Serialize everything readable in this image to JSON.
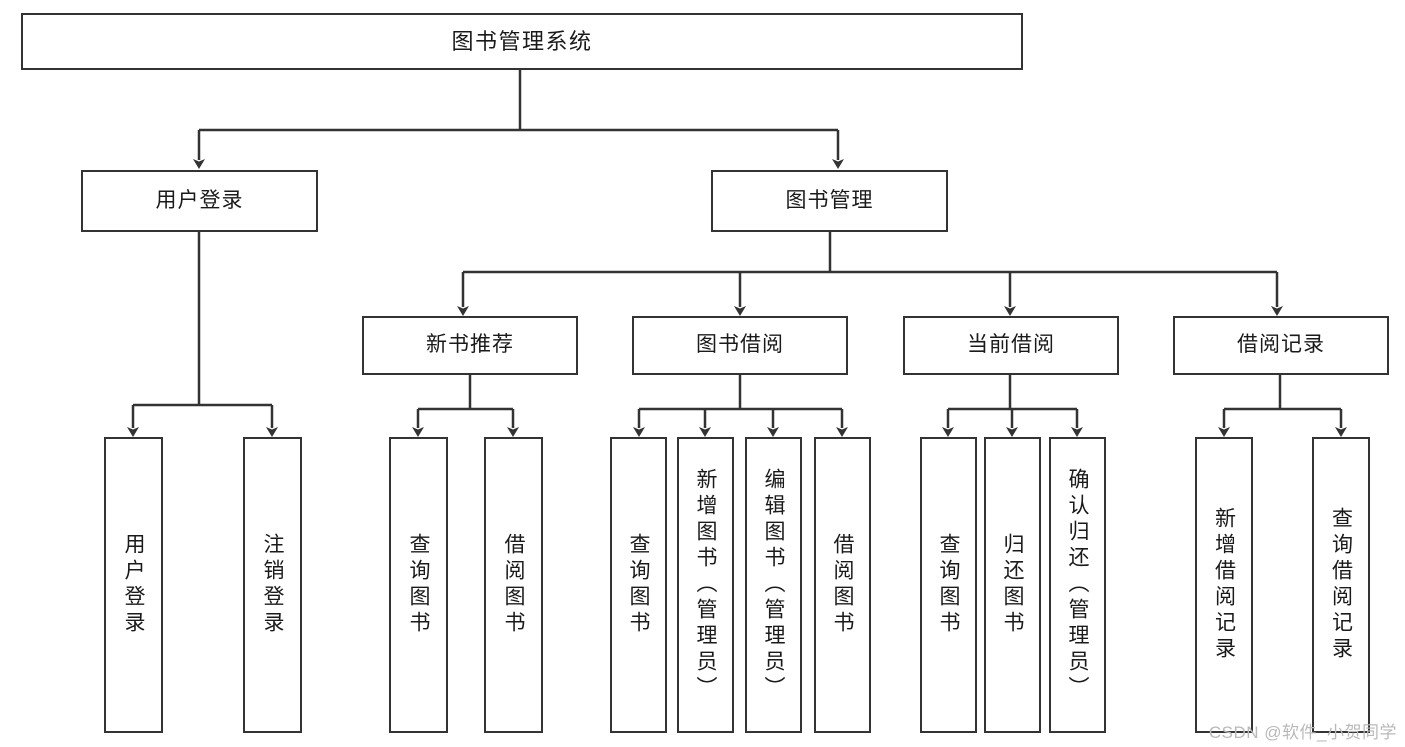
{
  "diagram": {
    "title": "图书管理系统",
    "watermark": "CSDN @软件_小贺同学",
    "colors": {
      "box_border": "#333333",
      "box_fill": "#ffffff",
      "edge": "#333333",
      "text": "#1a1a1a",
      "watermark": "#b9b9b9"
    },
    "levels": {
      "root": {
        "label": "图书管理系统"
      },
      "level2": [
        {
          "label": "用户登录"
        },
        {
          "label": "图书管理"
        }
      ],
      "level3": [
        {
          "label": "新书推荐"
        },
        {
          "label": "图书借阅"
        },
        {
          "label": "当前借阅"
        },
        {
          "label": "借阅记录"
        }
      ],
      "leaves": {
        "user_login": [
          {
            "label": "用户登录"
          },
          {
            "label": "注销登录"
          }
        ],
        "new_book_recommend": [
          {
            "label": "查询图书"
          },
          {
            "label": "借阅图书"
          }
        ],
        "book_borrow": [
          {
            "label": "查询图书"
          },
          {
            "label": "新增图书（管理员）"
          },
          {
            "label": "编辑图书（管理员）"
          },
          {
            "label": "借阅图书"
          }
        ],
        "current_borrow": [
          {
            "label": "查询图书"
          },
          {
            "label": "归还图书"
          },
          {
            "label": "确认归还（管理员）"
          }
        ],
        "borrow_record": [
          {
            "label": "新增借阅记录"
          },
          {
            "label": "查询借阅记录"
          }
        ]
      }
    }
  }
}
